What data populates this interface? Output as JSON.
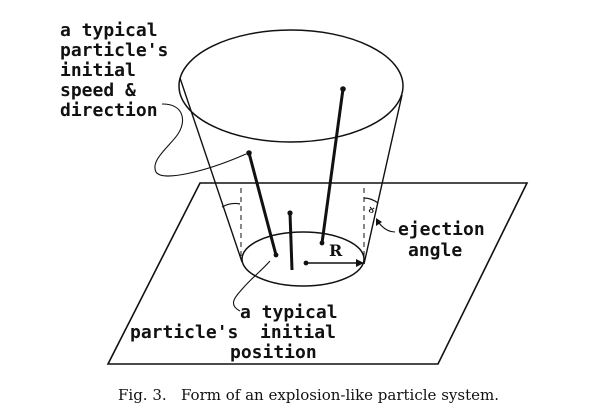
{
  "labels": {
    "speed_line1": "a typical",
    "speed_line2": "particle's",
    "speed_line3": "initial",
    "speed_line4": "speed &",
    "speed_line5": "direction",
    "ejection_line1": "ejection",
    "ejection_line2": "angle",
    "position_line1": "a typical",
    "position_line2": "particle's  initial",
    "position_line3": "position",
    "radius": "R",
    "angle_symbol": "∝"
  },
  "caption": "Fig. 3.   Form of an explosion-like particle system.",
  "colors": {
    "ink": "#111111",
    "background": "#ffffff"
  }
}
